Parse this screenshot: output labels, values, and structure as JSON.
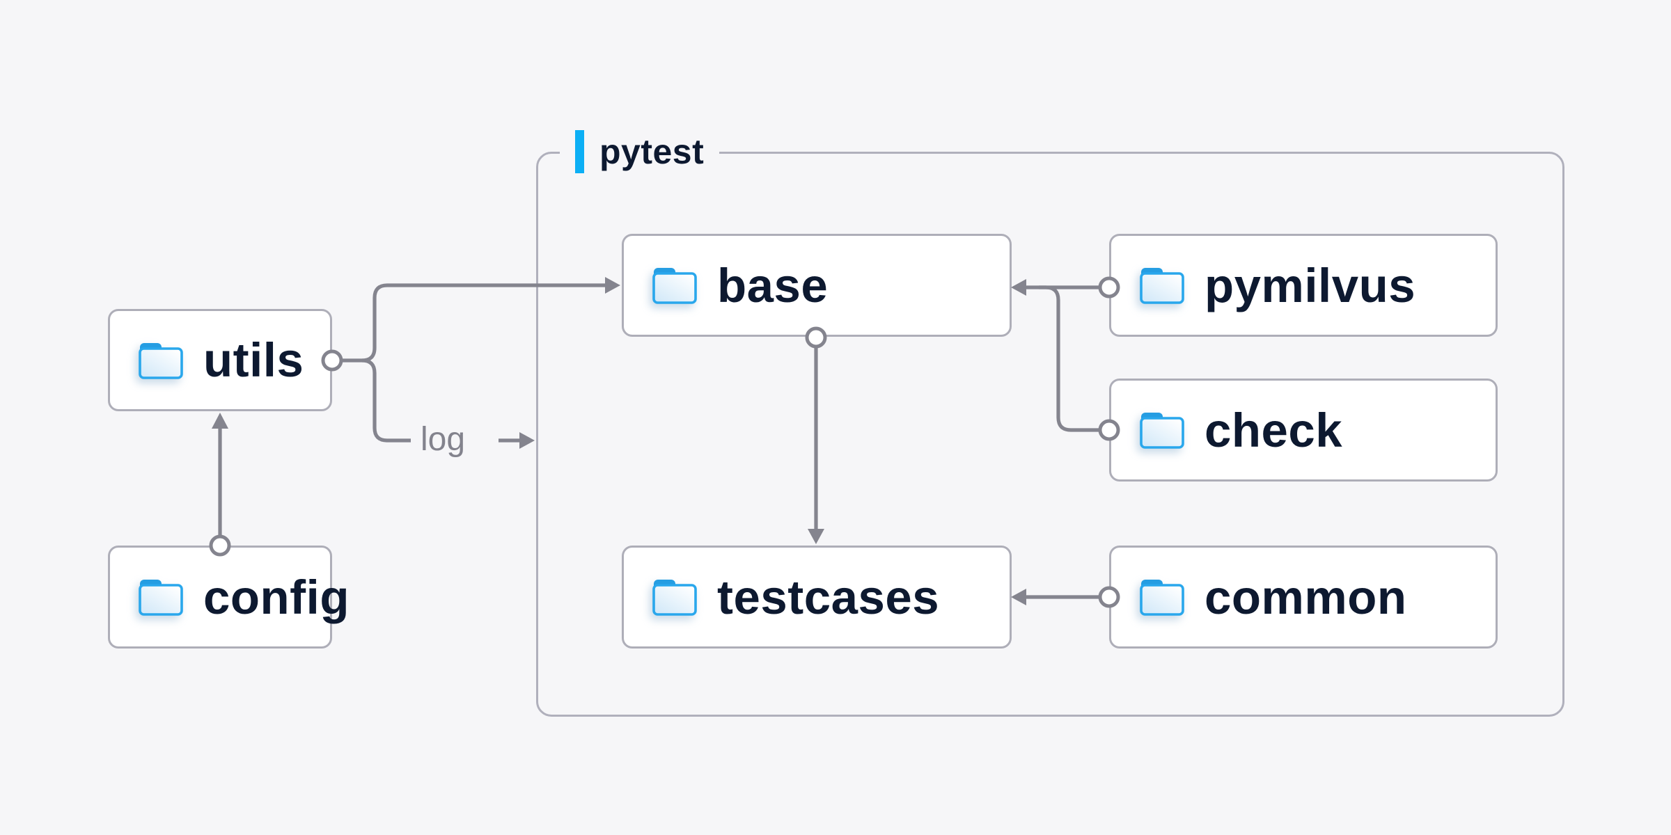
{
  "diagram": {
    "type": "architecture-diagram",
    "container": {
      "label": "pytest",
      "contains": [
        "base",
        "pymilvus",
        "check",
        "testcases",
        "common"
      ]
    },
    "nodes": [
      {
        "id": "utils",
        "label": "utils",
        "icon": "folder-icon",
        "inside_container": false
      },
      {
        "id": "config",
        "label": "config",
        "icon": "folder-icon",
        "inside_container": false
      },
      {
        "id": "base",
        "label": "base",
        "icon": "folder-icon",
        "inside_container": true
      },
      {
        "id": "pymilvus",
        "label": "pymilvus",
        "icon": "folder-icon",
        "inside_container": true
      },
      {
        "id": "check",
        "label": "check",
        "icon": "folder-icon",
        "inside_container": true
      },
      {
        "id": "testcases",
        "label": "testcases",
        "icon": "folder-icon",
        "inside_container": true
      },
      {
        "id": "common",
        "label": "common",
        "icon": "folder-icon",
        "inside_container": true
      }
    ],
    "edges": [
      {
        "from": "config",
        "to": "utils",
        "label": ""
      },
      {
        "from": "utils",
        "to": "base",
        "label": ""
      },
      {
        "from": "utils",
        "to": "pytest",
        "label": "log"
      },
      {
        "from": "pymilvus",
        "to": "base",
        "label": ""
      },
      {
        "from": "check",
        "to": "base",
        "label": ""
      },
      {
        "from": "base",
        "to": "testcases",
        "label": ""
      },
      {
        "from": "common",
        "to": "testcases",
        "label": ""
      }
    ],
    "edge_label": "log",
    "colors": {
      "background": "#f6f6f8",
      "node_background": "#ffffff",
      "node_border": "#aeaeb8",
      "container_border": "#b0b0bc",
      "wire": "#84848e",
      "label_text": "#0d1930",
      "accent_blue": "#0caff5",
      "folder_blue": "#29a7ec",
      "edge_label_text": "#83838d"
    }
  }
}
